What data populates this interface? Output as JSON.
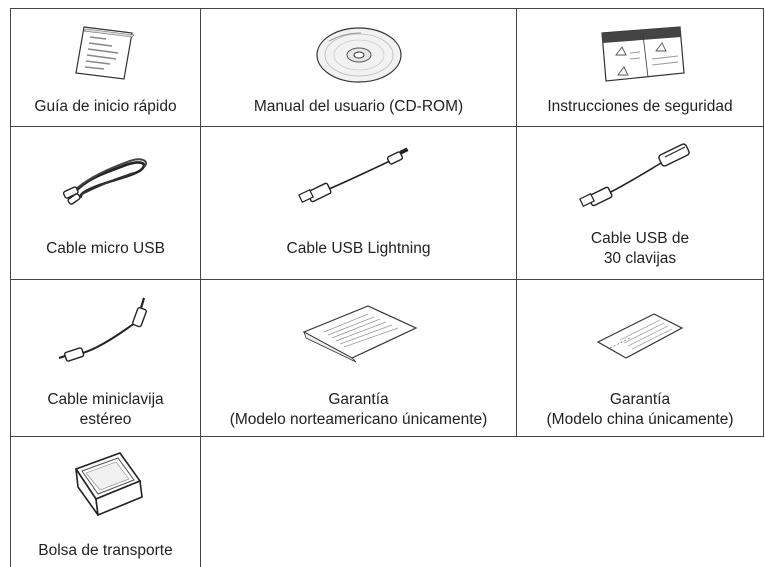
{
  "items": [
    {
      "label": "Guía de inicio rápido",
      "icon": "booklet-icon"
    },
    {
      "label": "Manual del usuario (CD-ROM)",
      "icon": "cd-rom-icon"
    },
    {
      "label": "Instrucciones de seguridad",
      "icon": "safety-sheet-icon"
    },
    {
      "label": "Cable micro USB",
      "icon": "coiled-cable-icon"
    },
    {
      "label": "Cable USB Lightning",
      "icon": "usb-lightning-cable-icon"
    },
    {
      "label": "Cable USB de",
      "label2": "30 clavijas",
      "icon": "usb-30pin-cable-icon"
    },
    {
      "label": "Cable miniclavija",
      "label2": "estéreo",
      "icon": "mini-plug-cable-icon"
    },
    {
      "label": "Garantía",
      "label2": "(Modelo norteamericano únicamente)",
      "icon": "warranty-na-icon"
    },
    {
      "label": "Garantía",
      "label2": "(Modelo china únicamente)",
      "icon": "warranty-china-icon"
    },
    {
      "label": "Bolsa de transporte",
      "icon": "carrying-case-icon"
    }
  ]
}
